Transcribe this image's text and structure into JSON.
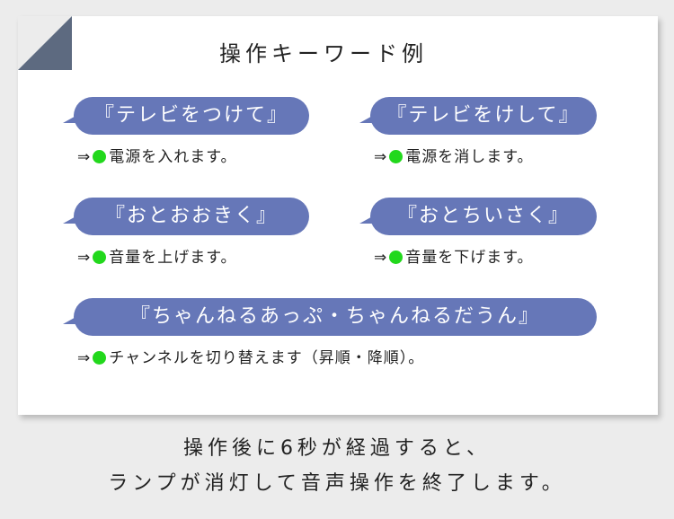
{
  "card": {
    "title": "操作キーワード例"
  },
  "examples": [
    {
      "keyword": "『テレビをつけて』",
      "arrow": "⇒",
      "description": "電源を入れます。"
    },
    {
      "keyword": "『テレビをけして』",
      "arrow": "⇒",
      "description": "電源を消します。"
    },
    {
      "keyword": "『おとおおきく』",
      "arrow": "⇒",
      "description": "音量を上げます。"
    },
    {
      "keyword": "『おとちいさく』",
      "arrow": "⇒",
      "description": "音量を下げます。"
    },
    {
      "keyword": "『ちゃんねるあっぷ・ちゃんねるだうん』",
      "arrow": "⇒",
      "description": "チャンネルを切り替えます（昇順・降順）。"
    }
  ],
  "footer": {
    "line1": "操作後に6秒が経過すると、",
    "line2": "ランプが消灯して音声操作を終了します。"
  },
  "colors": {
    "bubble": "#6677b8",
    "indicator_dot": "#22d81c",
    "corner_fold": "#5d6a80",
    "background": "#ececec"
  }
}
